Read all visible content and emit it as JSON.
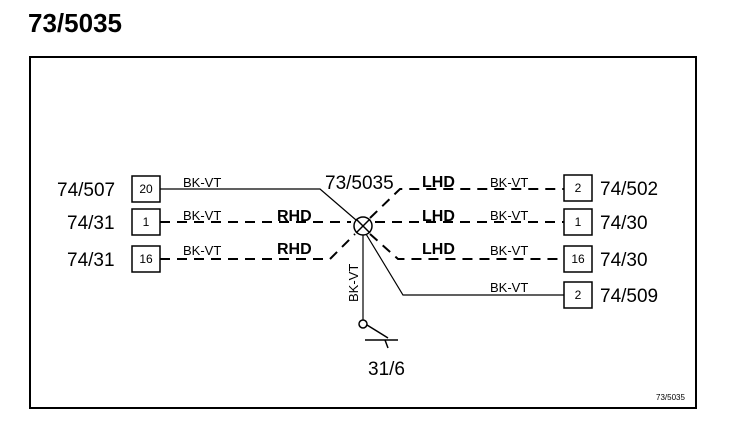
{
  "title": "73/5035",
  "diagram_id": "73/5035",
  "splice": "73/5035",
  "wire_color": "BK-VT",
  "ground": "31/6",
  "rhd": "RHD",
  "lhd": "LHD",
  "left_connectors": [
    {
      "name": "74/507",
      "pin": "20"
    },
    {
      "name": "74/31",
      "pin": "1"
    },
    {
      "name": "74/31",
      "pin": "16"
    }
  ],
  "right_connectors": [
    {
      "name": "74/502",
      "pin": "2"
    },
    {
      "name": "74/30",
      "pin": "1"
    },
    {
      "name": "74/30",
      "pin": "16"
    },
    {
      "name": "74/509",
      "pin": "2"
    }
  ]
}
